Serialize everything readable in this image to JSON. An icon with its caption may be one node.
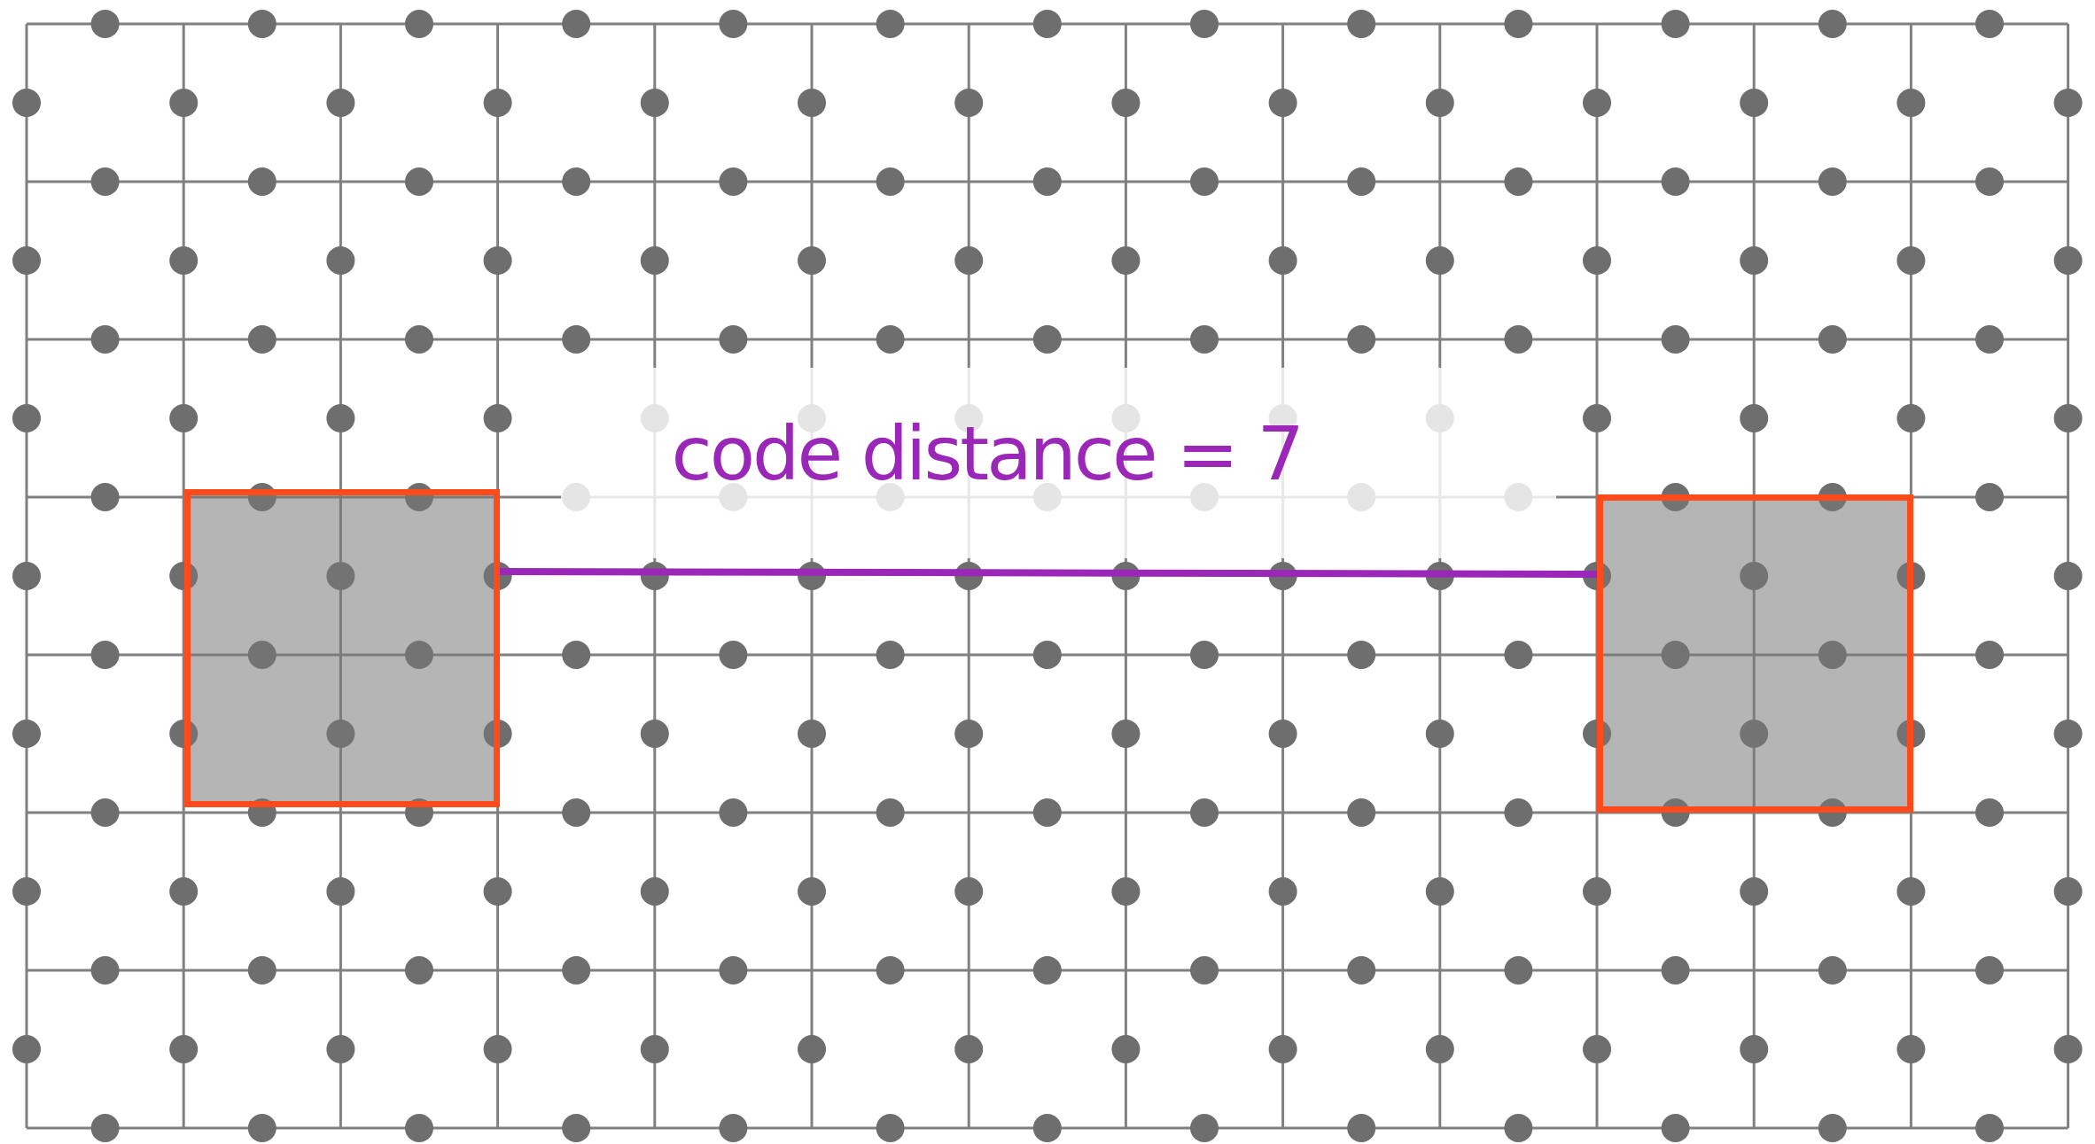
{
  "diagram": {
    "nodes": [
      {
        "text": [],
        "shape": "box"
      },
      {
        "text": [],
        "shape": "box"
      }
    ],
    "edges": [
      {
        "from": 0,
        "to": 1,
        "arrow": "none",
        "label": "code distance = 7",
        "color": "#9b27b8"
      }
    ]
  }
}
